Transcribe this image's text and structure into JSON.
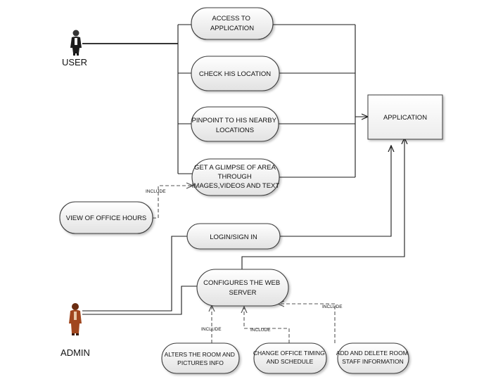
{
  "actors": {
    "user": "USER",
    "admin": "ADMIN"
  },
  "system": {
    "application": "APPLICATION"
  },
  "user_use_cases": {
    "access": [
      "ACCESS TO",
      "APPLICATION"
    ],
    "location": [
      "CHECK HIS LOCATION"
    ],
    "pinpoint": [
      "PINPOINT TO HIS NEARBY",
      "LOCATIONS"
    ],
    "glimpse": [
      "GET A GLIMPSE OF AREA",
      "THROUGH",
      "IMAGES,VIDEOS AND TEXT"
    ],
    "office_hours": [
      "VIEW OF OFFICE HOURS"
    ]
  },
  "admin_use_cases": {
    "login": [
      "LOGIN/SIGN IN"
    ],
    "configure": [
      "CONFIGURES THE WEB",
      "SERVER"
    ],
    "alters": [
      "ALTERS THE ROOM AND",
      "PICTURES INFO"
    ],
    "timing": [
      "CHANGE OFFICE TIMING",
      "AND SCHEDULE"
    ],
    "staff": [
      "ADD AND DELETE ROOM",
      "STAFF INFORMATION"
    ]
  },
  "relations": {
    "include_office_hours": "INCLUDE",
    "include_alters": "INCLUDE",
    "include_timing": "INCLUDE",
    "include_staff": "INCLUDE"
  },
  "colors": {
    "usecase_fill_top": "#ffffff",
    "usecase_fill_bottom": "#e4e4e4",
    "user_actor": "#222222",
    "admin_actor": "#a0461e"
  }
}
